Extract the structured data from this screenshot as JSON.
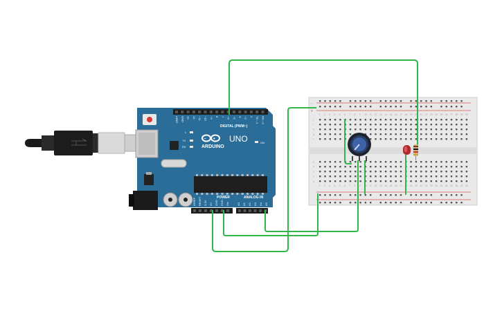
{
  "arduino": {
    "logo_text": "ARDUINO",
    "model": "UNO",
    "digital_header_label": "DIGITAL (PWM~)",
    "power_header_label": "POWER",
    "analog_header_label": "ANALOG IN",
    "on_label": "ON",
    "tx_label": "TX",
    "rx_label": "RX",
    "l_label": "L",
    "digital_pins": [
      "AREF",
      "GND",
      "13",
      "12",
      "~11",
      "~10",
      "~9",
      "8",
      "7",
      "~6",
      "~5",
      "4",
      "~3",
      "2",
      "TX→1",
      "RX←0"
    ],
    "power_pins": [
      "IOREF",
      "RESET",
      "3.3V",
      "5V",
      "GND",
      "GND",
      "Vin"
    ],
    "analog_pins": [
      "A0",
      "A1",
      "A2",
      "A3",
      "A4",
      "A5"
    ]
  },
  "breadboard": {
    "row_letters_top": [
      "j",
      "i",
      "h",
      "g",
      "f"
    ],
    "row_letters_bottom": [
      "e",
      "d",
      "c",
      "b",
      "a"
    ],
    "plus_label": "+",
    "minus_label": "-"
  },
  "colors": {
    "board": "#2a6d99",
    "wire": "#32b64a",
    "breadboard": "#e9e9e9",
    "rail_red": "#d9534f",
    "led": "#c0392b"
  }
}
